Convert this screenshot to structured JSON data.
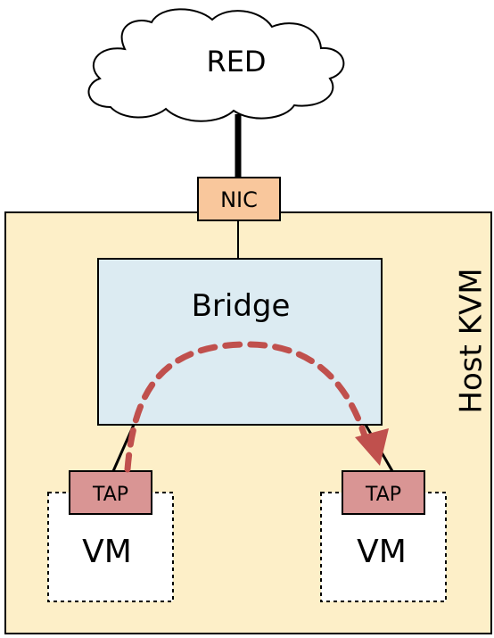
{
  "cloud": {
    "label": "RED"
  },
  "nic": {
    "label": "NIC"
  },
  "host": {
    "label": "Host KVM"
  },
  "bridge": {
    "label": "Bridge"
  },
  "vm_left": {
    "tap_label": "TAP",
    "label": "VM"
  },
  "vm_right": {
    "tap_label": "TAP",
    "label": "VM"
  },
  "colors": {
    "host_fill": "#fdefc8",
    "bridge_fill": "#dcebf2",
    "nic_fill": "#f9c79c",
    "tap_fill": "#d99594",
    "arrow": "#c0504d"
  }
}
